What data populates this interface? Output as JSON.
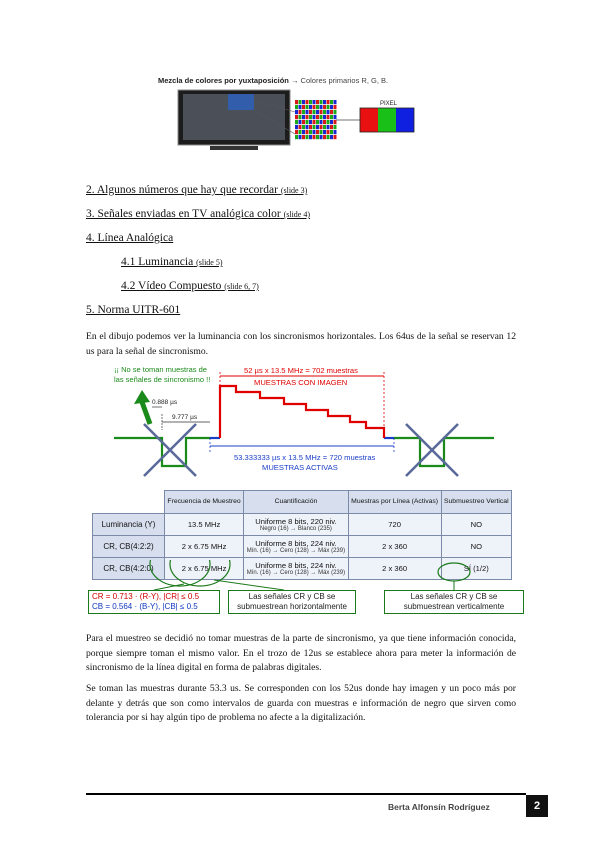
{
  "figure1": {
    "title": "Mezcla de colores por yuxtaposición →",
    "subtitle": "Colores primarios R, G, B.",
    "pixel_label": "PIXEL"
  },
  "sections": [
    {
      "text": "2. Algunos números que hay que recordar",
      "ref": "(slide 3)"
    },
    {
      "text": "3. Señales enviadas en TV analógica color",
      "ref": "(slide 4)"
    },
    {
      "text": "4. Línea Analógica",
      "ref": ""
    },
    {
      "text": "4.1 Luminancia",
      "ref": "(slide 5)"
    },
    {
      "text": "4.2 Vídeo Compuesto",
      "ref": "(slide 6, 7)"
    },
    {
      "text": "5. Norma UITR-601",
      "ref": ""
    }
  ],
  "paragraphs": {
    "p1": "En el dibujo podemos ver la luminancia con los sincronismos horizontales. Los 64us de la señal se reservan 12 us para la señal de sincronismo.",
    "p2": "Para el muestreo se decidió no tomar muestras de la parte de sincronismo, ya que tiene información conocida, porque siempre toman el mismo valor. En el trozo de 12us se establece ahora para meter la información de sincronismo de la línea digital en forma de palabras digitales.",
    "p3": "Se toman las muestras durante 53.3 us. Se corresponden con los 52us donde hay imagen y un poco más por delante y detrás que son como intervalos de guarda con muestras e información de negro que sirven como tolerancia por si hay algún tipo de problema no afecte a la digitalización."
  },
  "figure2": {
    "note": "¡¡ No se toman muestras de las señales de sincronismo !!",
    "t1": "0.888 µs",
    "t2": "9.777 µs",
    "top_formula": "52 µs x 13.5 MHz = 702 muestras",
    "top_label": "MUESTRAS CON IMAGEN",
    "bottom_formula": "53.333333 µs x 13.5 MHz = 720 muestras",
    "bottom_label": "MUESTRAS ACTIVAS"
  },
  "table": {
    "headers": [
      "Frecuencia de Muestreo",
      "Cuantificación",
      "Muestras por Línea (Activas)",
      "Submuestreo Vertical"
    ],
    "rows": [
      {
        "label": "Luminancia (Y)",
        "freq": "13.5 MHz",
        "quant": "Uniforme 8 bits, 220 niv.",
        "quant_detail": "Negro (16) → Blanco (235)",
        "samples": "720",
        "sub": "NO"
      },
      {
        "label": "CR, CB(4:2:2)",
        "freq": "2 x 6.75 MHz",
        "quant": "Uniforme 8 bits, 224 niv.",
        "quant_detail": "Mín. (16) → Cero (128) → Máx (239)",
        "samples": "2 x 360",
        "sub": "NO"
      },
      {
        "label": "CR, CB(4:2:0)",
        "freq": "2 x 6.75 MHz",
        "quant": "Uniforme 8 bits, 224 niv.",
        "quant_detail": "Mín. (16) → Cero (128) → Máx (239)",
        "samples": "2 x 360",
        "sub": "SÍ (1/2)"
      }
    ]
  },
  "callouts": {
    "cr_formula": "CR = 0.713 · (R-Y), |CR| ≤ 0.5",
    "cb_formula": "CB = 0.564 · (B-Y), |CB| ≤ 0.5",
    "horizontal": "Las señales CR y CB se submuestrean horizontalmente",
    "vertical": "Las señales CR y CB se submuestrean verticalmente"
  },
  "footer": {
    "author": "Berta Alfonsín Rodríguez",
    "page": "2"
  },
  "colors": {
    "red_signal": "#e00000",
    "blue_signal": "#1a3ec8",
    "green_sync": "#1a8a1a"
  }
}
